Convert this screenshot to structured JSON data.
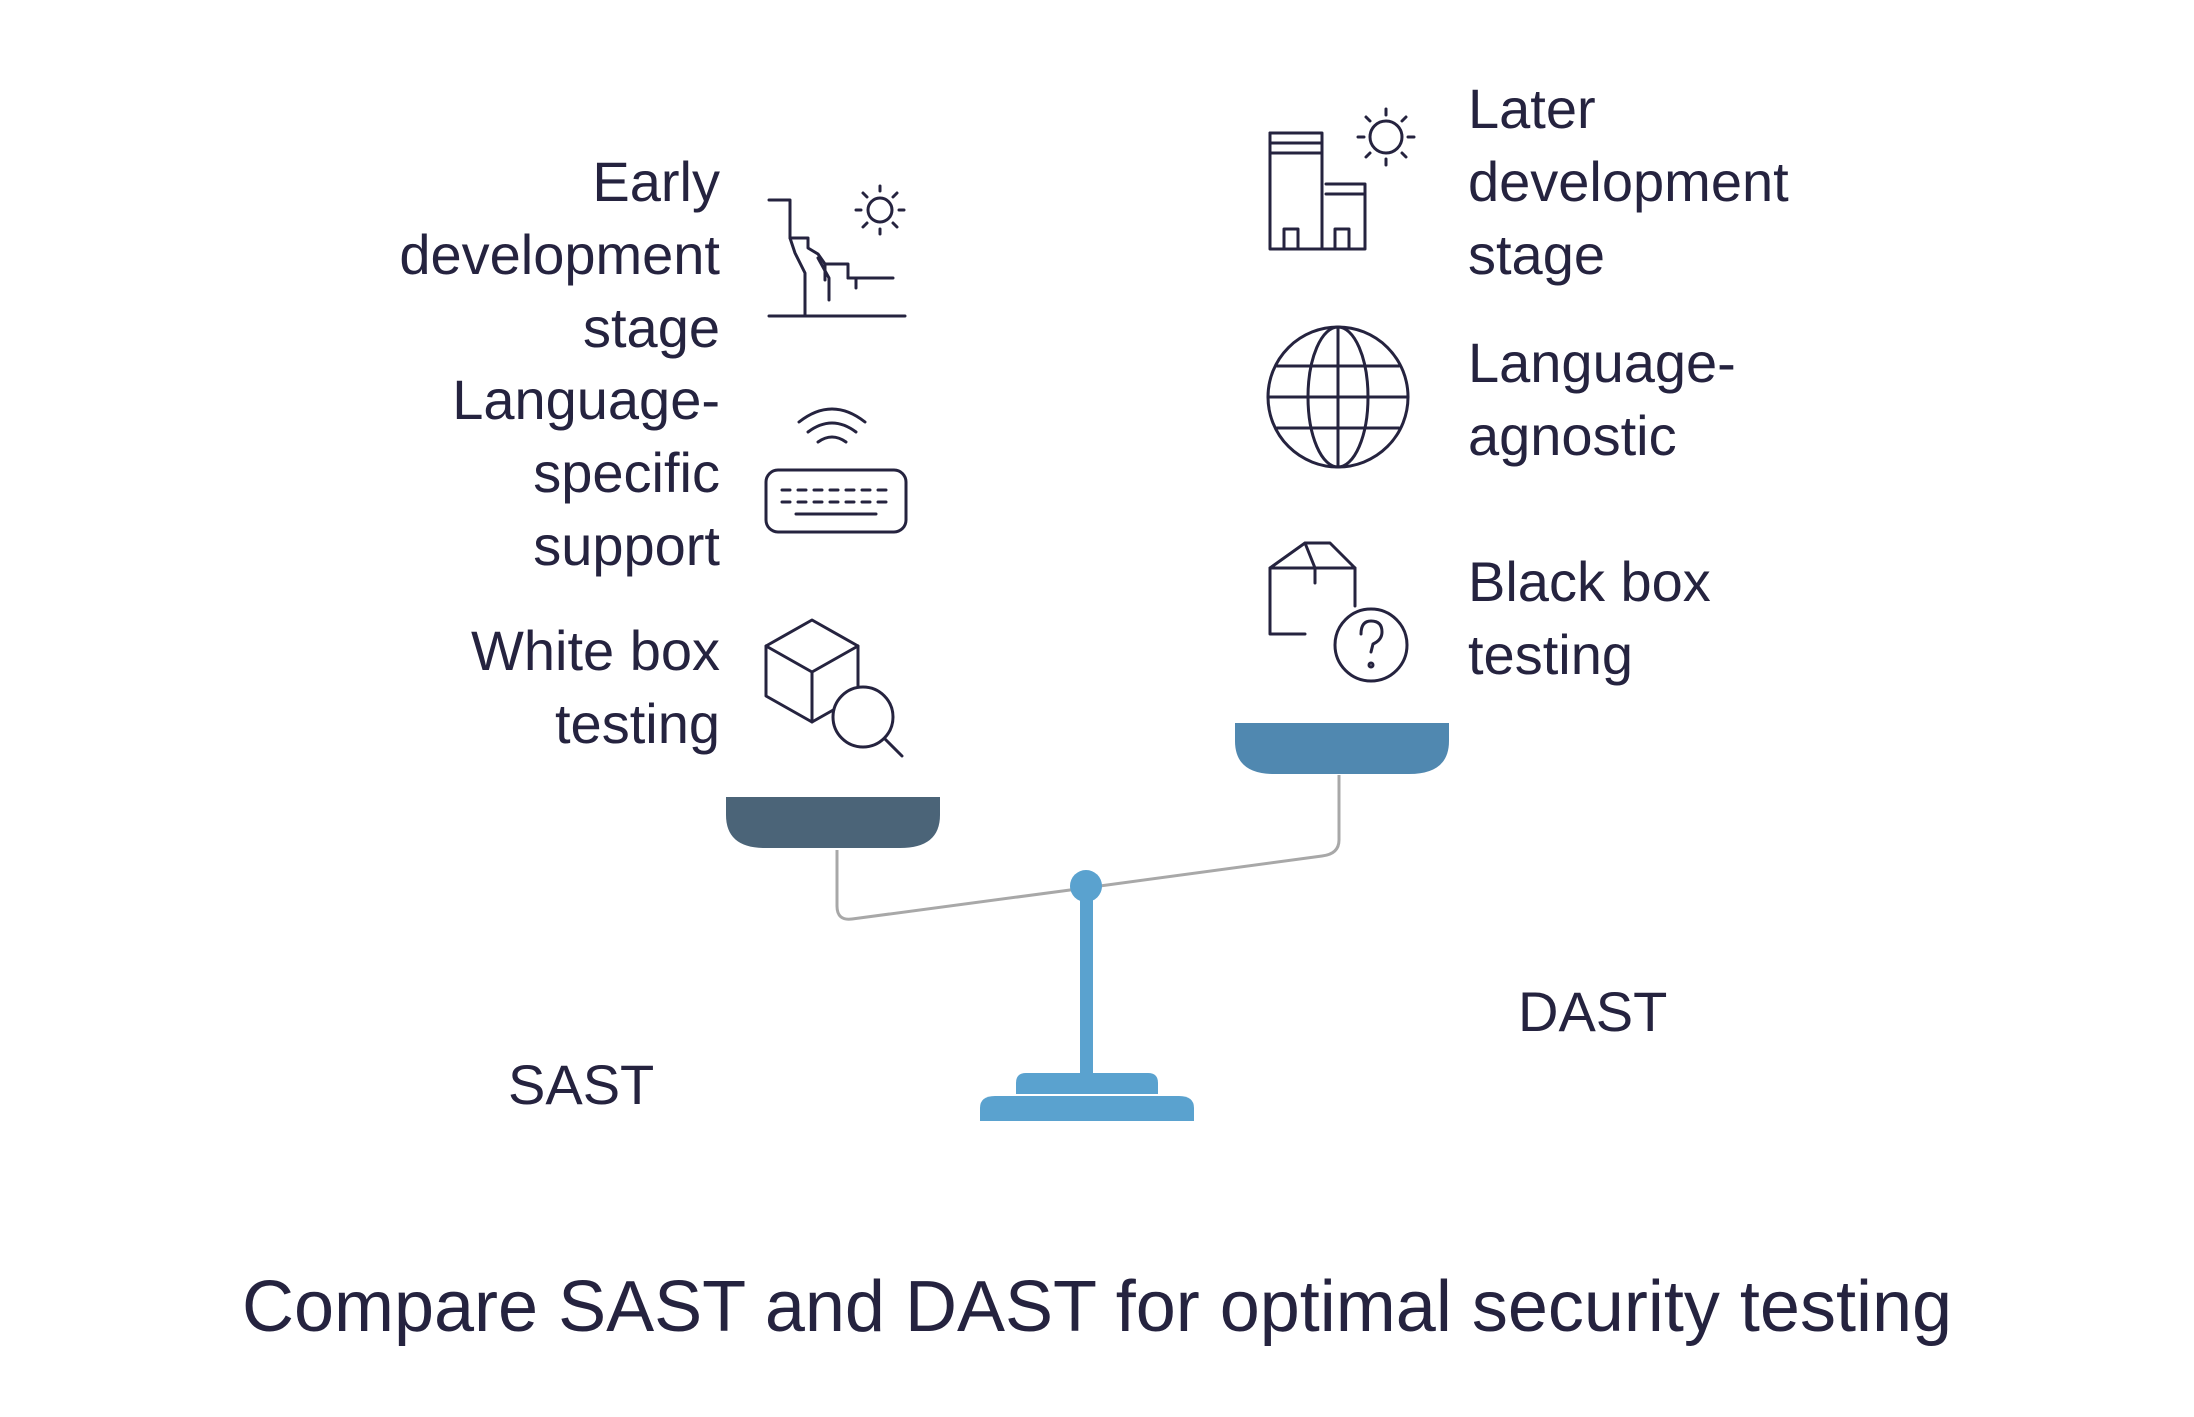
{
  "title": "Compare SAST and DAST for optimal security testing",
  "sast": {
    "label": "SAST",
    "items": [
      {
        "lines": [
          "Early",
          "development",
          "stage"
        ],
        "icon": "canyon-landscape-icon"
      },
      {
        "lines": [
          "Language-",
          "specific",
          "support"
        ],
        "icon": "keyboard-wireless-icon"
      },
      {
        "lines": [
          "White box",
          "testing"
        ],
        "icon": "cube-magnifier-icon"
      }
    ]
  },
  "dast": {
    "label": "DAST",
    "items": [
      {
        "lines": [
          "Later",
          "development",
          "stage"
        ],
        "icon": "city-buildings-icon"
      },
      {
        "lines": [
          "Language-",
          "agnostic"
        ],
        "icon": "globe-icon"
      },
      {
        "lines": [
          "Black box",
          "testing"
        ],
        "icon": "box-question-icon"
      }
    ]
  },
  "colors": {
    "text": "#25233f",
    "left_pan": "#4b6478",
    "right_pan": "#5088b0",
    "stand": "#5aa2cf",
    "beam": "#a8a8a8"
  }
}
